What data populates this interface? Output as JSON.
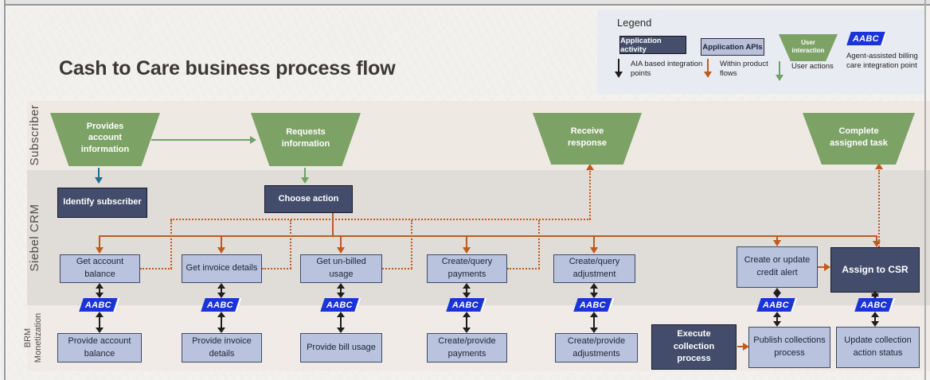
{
  "title": "Cash to Care business process flow",
  "lanes": {
    "subscriber": "Subscriber",
    "siebel": "Siebel CRM",
    "brm": "BRM Monetization"
  },
  "legend": {
    "heading": "Legend",
    "application_activity": "Application activity",
    "application_apis": "Application APIs",
    "user_interaction": "User interaction",
    "aia_arrow": "AIA based integration points",
    "product_arrow": "Within product flows",
    "user_arrow": "User actions",
    "aabc_caption": "Agent-assisted billing care integration point"
  },
  "badge": "AABC",
  "subscriber": {
    "provides_account": "Provides account information",
    "requests_information": "Requests information",
    "receive_response": "Receive response",
    "complete_task": "Complete assigned task"
  },
  "siebel": {
    "identify_subscriber": "Identify subscriber",
    "choose_action": "Choose action",
    "boxes": [
      "Get account balance",
      "Get invoice details",
      "Get un-billed usage",
      "Create/query payments",
      "Create/query adjustment",
      "Create or update credit alert"
    ],
    "assign_csr": "Assign to CSR"
  },
  "brm": {
    "boxes": [
      "Provide account balance",
      "Provide invoice details",
      "Provide bill usage",
      "Create/provide payments",
      "Create/provide adjustments"
    ],
    "execute_collection": "Execute collection process",
    "publish_collections": "Publish collections process",
    "update_status": "Update collection action status"
  },
  "colors": {
    "user_shape_green": "#7da266",
    "activity_navy": "#434d6b",
    "api_box_blue": "#b9c3de",
    "aabc_blue": "#1a34d8",
    "product_flow_orange": "#c05a1e",
    "user_action_green": "#6fa266",
    "aia_black": "#1e1e1e",
    "identify_arrow_teal": "#1d6f8e",
    "legend_panel": "#e9ebf2"
  }
}
